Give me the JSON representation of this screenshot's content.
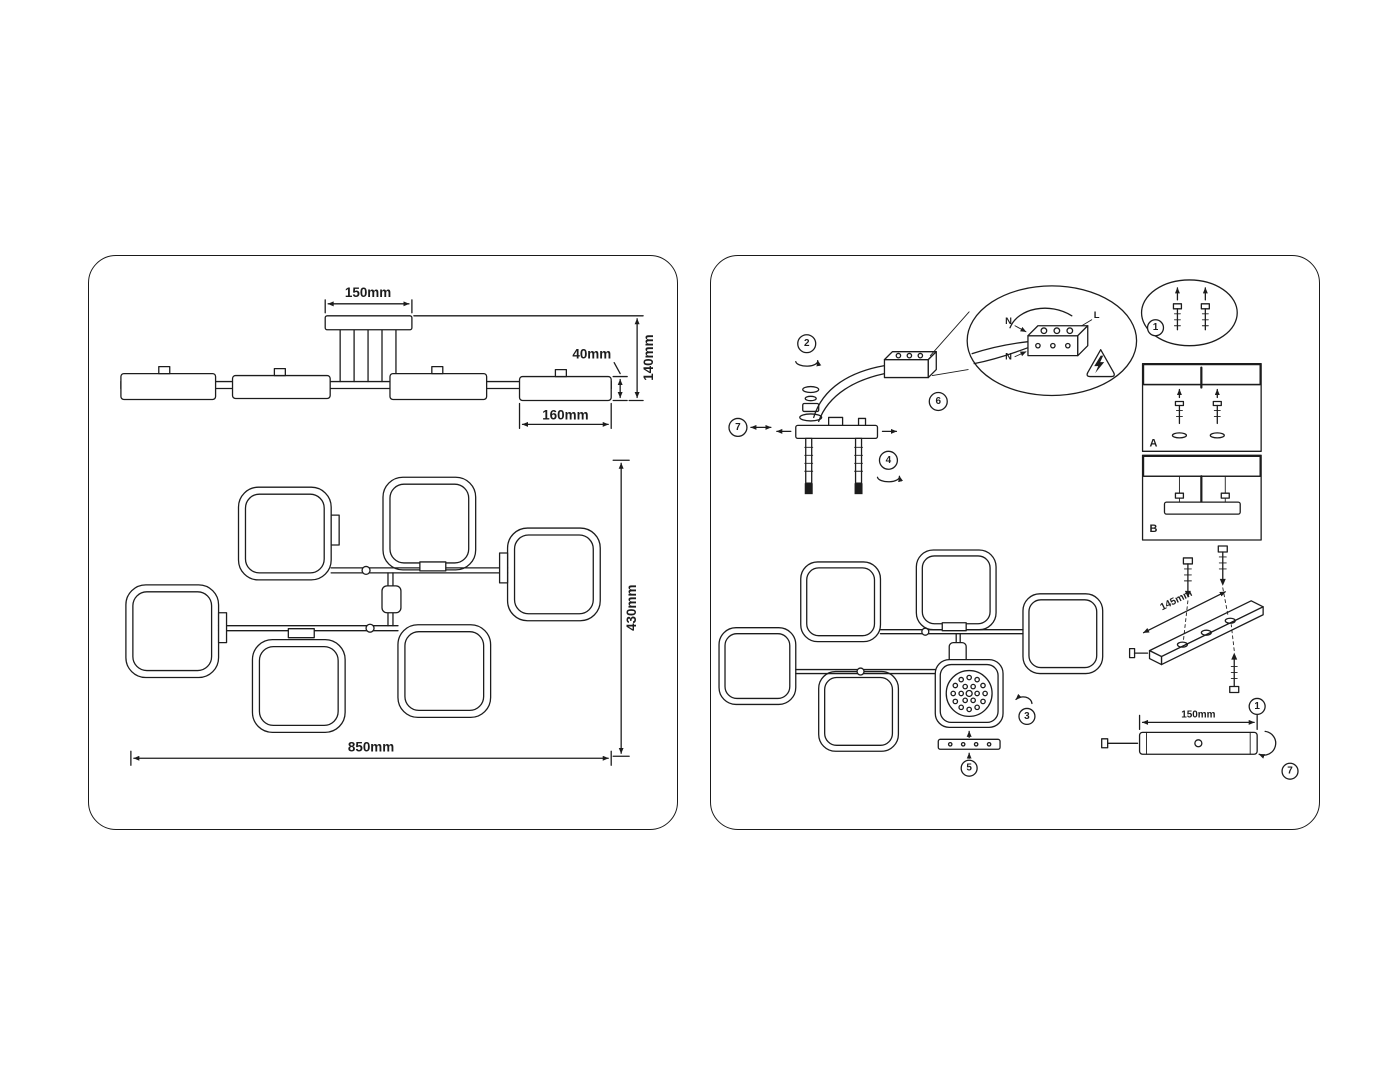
{
  "left_panel": {
    "dims": {
      "canopy_width": "150mm",
      "shade_height": "40mm",
      "fixture_height": "140mm",
      "shade_width": "160mm",
      "fixture_depth": "430mm",
      "fixture_width": "850mm"
    }
  },
  "right_panel": {
    "steps": {
      "s1": "1",
      "s2": "2",
      "s3": "3",
      "s4": "4",
      "s5": "5",
      "s6": "6",
      "s7": "7"
    },
    "wiring": {
      "neutral_top": "N",
      "line_top": "L",
      "neutral_bottom": "N"
    },
    "details": {
      "a": "A",
      "b": "B"
    },
    "dims": {
      "bracket_length": "145mm",
      "plate_length": "150mm"
    }
  }
}
